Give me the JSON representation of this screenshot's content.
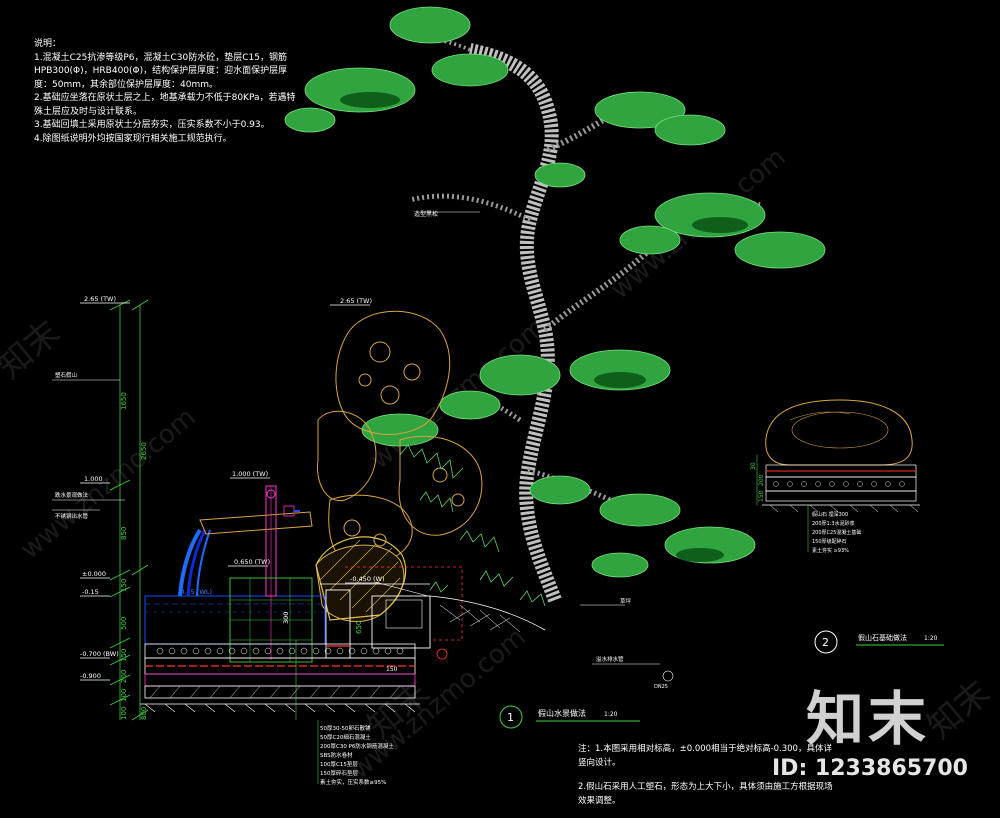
{
  "notes": {
    "heading": "说明：",
    "items": [
      "1.混凝土C25抗渗等级P6，混凝土C30防水砼，垫层C15，钢筋HPB300(Φ)，HRB400(Φ)，结构保护层厚度：迎水面保护层厚度：50mm，其余部位保护层厚度：40mm。",
      "2.基础应坐落在原状土层之上，地基承载力不低于80KPa，若遇特殊土层应及时与设计联系。",
      "3.基础回填土采用原状土分层夯实，压实系数不小于0.93。",
      "4.除图纸说明外均按国家现行相关施工规范执行。"
    ]
  },
  "elevations": {
    "top_left": "2.65 (TW)",
    "top_rock": "2.65 (TW)",
    "wall_top": "1.000",
    "wall_top_tw": "1.000 (TW)",
    "pond_top": "0.650 (TW)",
    "ground_zero": "±0.000",
    "water_level": "-0.15",
    "water_level_mark": "-0.15 (WL)",
    "rock_base": "-0.450 (W)",
    "pond_bottom": "-0.700 (BW)",
    "base_bottom": "-0.900"
  },
  "dimensions": {
    "d1650": "1650",
    "d2650": "2650",
    "d850": "850",
    "d150a": "150",
    "d150b": "150",
    "d500": "500",
    "d200": "200",
    "d100a": "100",
    "d100b": "100",
    "d800": "800",
    "d300": "300",
    "d650": "650",
    "d150c": "150",
    "r_d150": "150",
    "r_d200": "200",
    "r_d30": "30"
  },
  "labels": {
    "tree": "造型黑松",
    "rock": "塑石假山",
    "fall": "跌水景观做法",
    "pipe": "不锈钢出水管",
    "grass": "草坪",
    "drain": "溢水排水管"
  },
  "layers_main": [
    "50厚30-50卵石散铺",
    "50厚C20细石混凝土",
    "200厚C30 P6防水钢筋混凝土",
    "SBS防水卷材",
    "100厚C15垫层",
    "150厚碎石垫层",
    "素土夯实，压实系数≥95%"
  ],
  "layers_right": [
    "假山石 埋深300",
    "200厚1:3水泥砂浆",
    "200厚C25混凝土基础",
    "150厚级配碎石",
    "素土夯实 ≥93%"
  ],
  "callouts": {
    "main_number": "1",
    "main_title": "假山水景做法",
    "main_scale": "1:20",
    "right_number": "2",
    "right_title": "假山石基础做法",
    "right_scale": "1:20"
  },
  "bottom_notes": [
    "注：1.本图采用相对标高，±0.000相当于绝对标高-0.300，具体详竖向设计。",
    "2.假山石采用人工塑石，形态为上大下小，具体须由施工方根据现场效果调整。"
  ],
  "watermark": {
    "logo": "知末",
    "id": "ID: 1233865700",
    "diag": "www.znzmo.com"
  },
  "colors": {
    "bg": "#000000",
    "tree_green": "#39b54a",
    "trunk": "#bfbfbf",
    "rock_line": "#d9a441",
    "dim_green": "#3fcf3f",
    "water_blue": "#1e4cff",
    "concrete": "#ffffff",
    "rebar_red": "#ff3333",
    "magenta": "#ff33cc"
  }
}
